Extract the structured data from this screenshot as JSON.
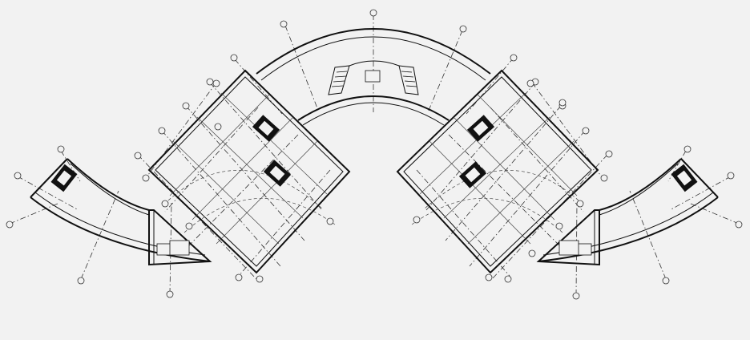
{
  "drawing": {
    "type": "architectural floor plan",
    "line_color": "#111111",
    "background_color": "#f2f2f2"
  },
  "grid_bubbles": [
    {
      "id": "bubble-1",
      "label": ""
    },
    {
      "id": "bubble-2",
      "label": ""
    },
    {
      "id": "bubble-3",
      "label": ""
    },
    {
      "id": "bubble-4",
      "label": ""
    },
    {
      "id": "bubble-5",
      "label": ""
    },
    {
      "id": "bubble-6",
      "label": ""
    },
    {
      "id": "bubble-7",
      "label": ""
    },
    {
      "id": "bubble-8",
      "label": ""
    },
    {
      "id": "bubble-9",
      "label": ""
    },
    {
      "id": "bubble-10",
      "label": ""
    },
    {
      "id": "bubble-11",
      "label": ""
    },
    {
      "id": "bubble-12",
      "label": ""
    },
    {
      "id": "bubble-13",
      "label": ""
    },
    {
      "id": "bubble-14",
      "label": ""
    },
    {
      "id": "bubble-15",
      "label": ""
    },
    {
      "id": "bubble-16",
      "label": ""
    },
    {
      "id": "bubble-17",
      "label": ""
    },
    {
      "id": "bubble-18",
      "label": ""
    },
    {
      "id": "bubble-19",
      "label": ""
    },
    {
      "id": "bubble-20",
      "label": ""
    },
    {
      "id": "bubble-21",
      "label": ""
    },
    {
      "id": "bubble-22",
      "label": ""
    },
    {
      "id": "bubble-23",
      "label": ""
    },
    {
      "id": "bubble-24",
      "label": ""
    },
    {
      "id": "bubble-25",
      "label": ""
    },
    {
      "id": "bubble-26",
      "label": ""
    },
    {
      "id": "bubble-27",
      "label": ""
    },
    {
      "id": "bubble-28",
      "label": ""
    },
    {
      "id": "bubble-29",
      "label": ""
    },
    {
      "id": "bubble-30",
      "label": ""
    },
    {
      "id": "bubble-31",
      "label": ""
    },
    {
      "id": "bubble-32",
      "label": ""
    },
    {
      "id": "bubble-33",
      "label": ""
    },
    {
      "id": "bubble-34",
      "label": ""
    },
    {
      "id": "bubble-35",
      "label": ""
    },
    {
      "id": "bubble-36",
      "label": ""
    },
    {
      "id": "bubble-37",
      "label": ""
    },
    {
      "id": "bubble-38",
      "label": ""
    },
    {
      "id": "bubble-39",
      "label": ""
    },
    {
      "id": "bubble-40",
      "label": ""
    }
  ]
}
